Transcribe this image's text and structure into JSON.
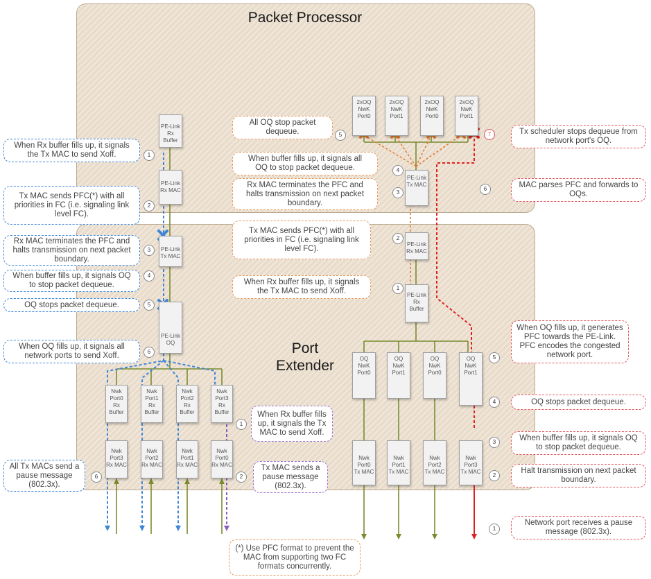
{
  "regions": {
    "packet_processor": "Packet Processor",
    "port_extender": "Port\nExtender"
  },
  "blocks": {
    "pp_oq": [
      {
        "label": "2xOQ\nNwK\nPort0"
      },
      {
        "label": "2xOQ\nNwK\nPort1"
      },
      {
        "label": "2xOQ\nNwK\nPort0"
      },
      {
        "label": "2xOQ\nNwK\nPort1"
      }
    ],
    "pp_pe_rx_buffer": "PE-Link\nRx\nBuffer",
    "pp_pe_rx_mac": "PE-Link\nRx MAC",
    "pp_pe_tx_mac": "PE-Link\nTx MAC",
    "pe_pe_tx_mac": "PE-Link\nTx MAC",
    "pe_pe_oq": "PE-Link\nOQ",
    "pe_pe_rx_mac": "PE-Link\nRx MAC",
    "pe_pe_rx_buffer": "PE-Link\nRx\nBuffer",
    "pe_rx_buffers": [
      {
        "label": "Nwk\nPort0\nRx\nBuffer"
      },
      {
        "label": "Nwk\nPort1\nRx\nBuffer"
      },
      {
        "label": "Nwk\nPort2\nRx\nBuffer"
      },
      {
        "label": "Nwk\nPort3\nRx\nBuffer"
      }
    ],
    "pe_rx_macs": [
      {
        "label": "Nwk\nPort3\nRx MAC"
      },
      {
        "label": "Nwk\nPort2\nRx MAC"
      },
      {
        "label": "Nwk\nPort1\nRx MAC"
      },
      {
        "label": "Nwk\nPort0\nRx MAC"
      }
    ],
    "pe_oqs": [
      {
        "label": "OQ\nNwK\nPort0"
      },
      {
        "label": "OQ\nNwK\nPort1"
      },
      {
        "label": "OQ\nNwK\nPort0"
      },
      {
        "label": "OQ\nNwK\nPort1"
      }
    ],
    "pe_tx_macs": [
      {
        "label": "Nwk\nPort0\nTx MAC"
      },
      {
        "label": "Nwk\nPort1\nTx MAC"
      },
      {
        "label": "Nwk\nPort2\nTx MAC"
      },
      {
        "label": "Nwk\nPort3\nTx MAC"
      }
    ]
  },
  "notes": {
    "left": [
      {
        "num": "1",
        "text": "When Rx buffer fills up, it signals\nthe Tx MAC to send Xoff."
      },
      {
        "num": "2",
        "text": "Tx MAC sends PFC(*) with all\npriorities in FC (i.e. signaling link\nlevel FC)."
      },
      {
        "num": "3",
        "text": "Rx MAC terminates the PFC and\nhalts transmission on next packet\nboundary."
      },
      {
        "num": "4",
        "text": "When buffer fills up, it signals OQ\nto stop packet dequeue."
      },
      {
        "num": "5",
        "text": "OQ stops packet dequeue."
      },
      {
        "num": "6",
        "text": "When OQ fills up, it signals all\nnetwork ports to send Xoff."
      },
      {
        "num": "6",
        "text": "All Tx MACs send a\npause message\n(802.3x)."
      }
    ],
    "center": [
      {
        "num": "5",
        "text": "All OQ stop packet\ndequeue."
      },
      {
        "num": "4",
        "text": "When buffer fills up, it signals all\nOQ to stop packet dequeue."
      },
      {
        "num": "3",
        "text": "Rx MAC terminates the PFC and\nhalts transmission on next packet\nboundary."
      },
      {
        "num": "2",
        "text": "Tx MAC sends PFC(*) with all\npriorities in FC (i.e. signaling link\nlevel FC)."
      },
      {
        "num": "1",
        "text": "When Rx buffer fills up, it signals\nthe Tx MAC to send Xoff."
      },
      {
        "num": "1",
        "text": "When Rx buffer fills\nup, it signals the Tx\nMAC to send Xoff."
      },
      {
        "num": "2",
        "text": "Tx MAC sends a\npause message\n(802.3x)."
      }
    ],
    "right": [
      {
        "num": "7",
        "text": "Tx scheduler stops dequeue from\nnetwork port's OQ."
      },
      {
        "num": "6",
        "text": "MAC parses PFC and forwards to\nOQs."
      },
      {
        "num": "5",
        "text": "When OQ fills up, it generates\nPFC towards the PE-Link.\nPFC encodes the congested\nnetwork port."
      },
      {
        "num": "4",
        "text": "OQ stops packet dequeue."
      },
      {
        "num": "3",
        "text": "When buffer fills up, it signals OQ\nto stop packet dequeue."
      },
      {
        "num": "2",
        "text": "Halt transmission on next packet\nboundary."
      },
      {
        "num": "1",
        "text": "Network port receives a pause\nmessage (802.3x)."
      }
    ],
    "footnote": "(*) Use PFC format to prevent the\nMAC from supporting two FC\nformats concurrently."
  },
  "colors": {
    "blue": "#3f86d8",
    "orange": "#e07a2e",
    "red": "#e02020",
    "purple": "#8a5cc2",
    "green": "#7a8b2e"
  }
}
